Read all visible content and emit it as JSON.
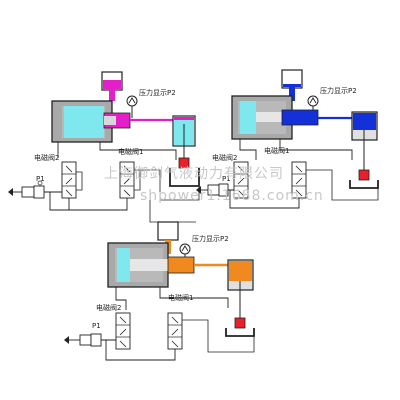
{
  "diagram": {
    "units": [
      {
        "id": "top-left",
        "label_pressure": "压力显示P2",
        "label_valve1": "电磁阀1",
        "label_valve2": "电磁阀2",
        "label_p1": "P1",
        "fluid_color": "#e41ec8",
        "ram_color": "#7ee8ee",
        "die_color": "#e8202a"
      },
      {
        "id": "top-right",
        "label_pressure": "压力显示P2",
        "label_valve1": "电磁阀1",
        "label_valve2": "电磁阀2",
        "label_p1": "P1",
        "fluid_color": "#1430d8",
        "ram_color": "#7ee8ee",
        "die_color": "#e8202a"
      },
      {
        "id": "bottom",
        "label_pressure": "压力显示P2",
        "label_valve1": "电磁阀1",
        "label_valve2": "电磁阀2",
        "label_p1": "P1",
        "fluid_color": "#f08a1e",
        "ram_color": "#7ee8ee",
        "die_color": "#e8202a"
      }
    ],
    "watermark_line1": "上海御剑气液动力有限公司",
    "watermark_line2": "shpower1.1688.com.cn"
  }
}
